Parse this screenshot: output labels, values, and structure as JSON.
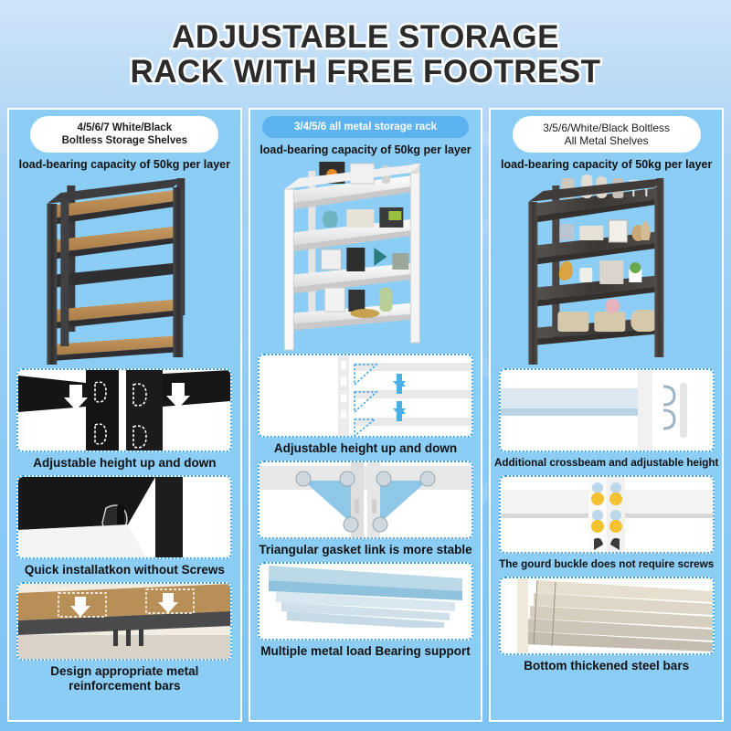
{
  "title": {
    "line1": "ADJUSTABLE STORAGE",
    "line2": "RACK WITH FREE FOOTREST"
  },
  "colors": {
    "background_top": "#cfe4f8",
    "background_bottom": "#7cc3f3",
    "panel_bg": "#8ccdf5",
    "accent_blue": "#5cb3ef",
    "border_white": "#ffffff",
    "dashed_border": "#3aa3e8",
    "text_dark": "#111111",
    "badge_white": "#ffffff"
  },
  "columns": [
    {
      "badge": "4/5/6/7 White/Black\nBoltless Storage Shelves",
      "badge_line1": "4/5/6/7 White/Black",
      "badge_line2": "Boltless Storage Shelves",
      "badge_style": "white",
      "capacity": "load-bearing capacity of 50kg per layer",
      "hero_alt": "black-metal-rack-with-wood-shelves",
      "features": [
        {
          "caption": "Adjustable height up and down",
          "image_alt": "black-post-slots-with-arrows"
        },
        {
          "caption": "Quick installatkon without Screws",
          "image_alt": "black-bracket-hook-closeup"
        },
        {
          "caption": "Design appropriate metal\nreinforcement bars",
          "caption_line1": "Design appropriate metal",
          "caption_line2": "reinforcement bars",
          "image_alt": "underside-reinforcement-bars"
        }
      ]
    },
    {
      "badge": "3/4/5/6 all metal storage rack",
      "badge_line1": "3/4/5/6 all metal storage rack",
      "badge_line2": "",
      "badge_style": "blue",
      "capacity": "load-bearing capacity of 50kg per layer",
      "hero_alt": "white-metal-rack-with-decor",
      "features": [
        {
          "caption": "Adjustable height up and down",
          "image_alt": "white-post-with-blue-arrows"
        },
        {
          "caption": "Triangular gasket link is more stable",
          "image_alt": "triangular-gasket-rivets"
        },
        {
          "caption": "Multiple metal load Bearing support",
          "image_alt": "shelf-underside-support-beams"
        }
      ]
    },
    {
      "badge": "3/5/6/White/Black Boltless\nAll Metal Shelves",
      "badge_line1": "3/5/6/White/Black Boltless",
      "badge_line2": "All Metal Shelves",
      "badge_style": "white-light",
      "capacity": "load-bearing capacity of 50kg per layer",
      "hero_alt": "dark-metal-rack-with-decor",
      "features": [
        {
          "caption": "Additional crossbeam and adjustable height",
          "image_alt": "white-crossbeam-closeup"
        },
        {
          "caption": "The gourd buckle does not require screws",
          "image_alt": "gourd-buckle-keyhole-slots"
        },
        {
          "caption": "Bottom thickened steel bars",
          "image_alt": "thickened-bottom-steel-bars"
        }
      ]
    }
  ]
}
